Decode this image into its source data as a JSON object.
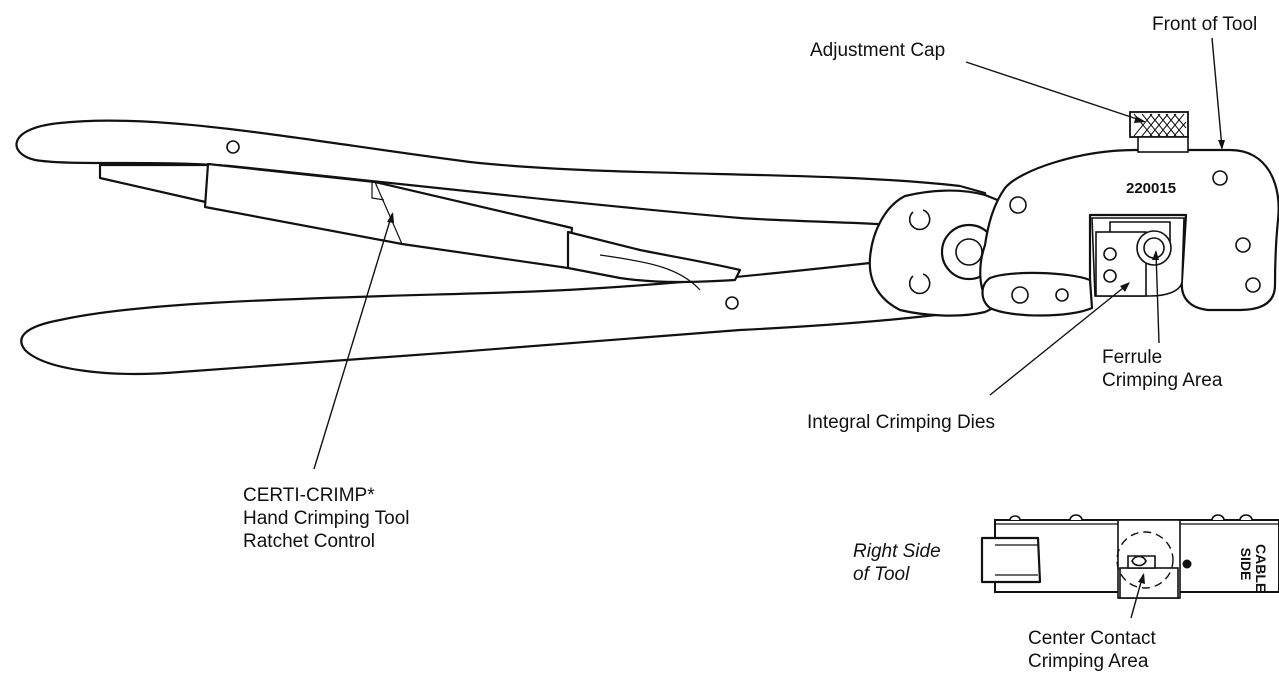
{
  "labels": {
    "adjustment_cap": "Adjustment Cap",
    "front_of_tool": "Front of Tool",
    "part_number": "220015",
    "ferrule_line1": "Ferrule",
    "ferrule_line2": "Crimping Area",
    "integral_dies": "Integral Crimping Dies",
    "certi_line1": "CERTI-CRIMP*",
    "certi_line2": "Hand Crimping Tool",
    "certi_line3": "Ratchet Control",
    "right_side_line1": "Right Side",
    "right_side_line2": "of Tool",
    "cable_side_line1": "CABLE",
    "cable_side_line2": "SIDE",
    "center_contact_line1": "Center Contact",
    "center_contact_line2": "Crimping Area"
  }
}
